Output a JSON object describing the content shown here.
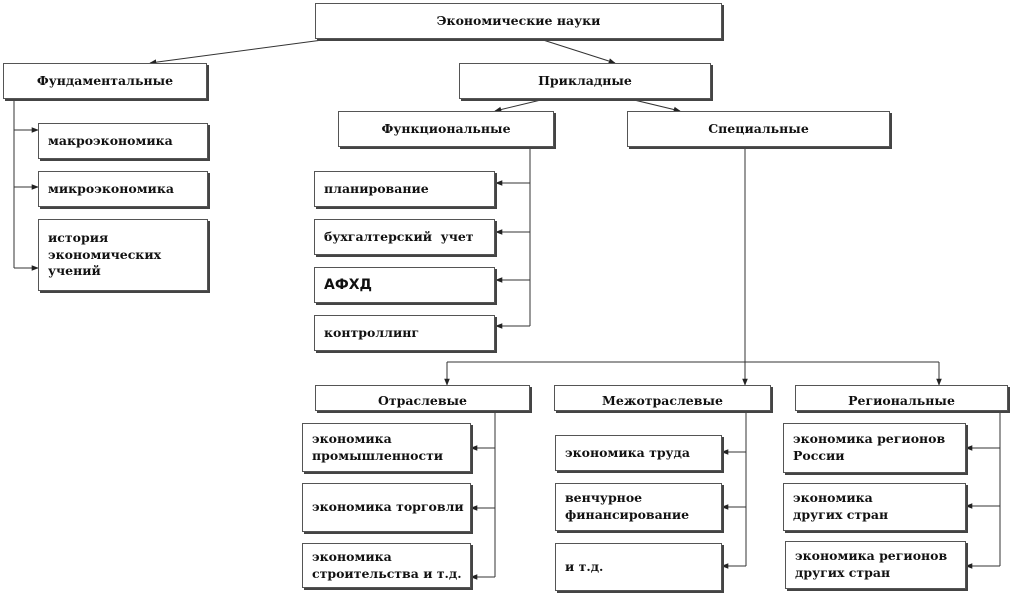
{
  "root": "Экономические науки",
  "fundamental": {
    "title": "Фундаментальные",
    "items": [
      "макроэкономика",
      "микроэкономика",
      "история экономических учений"
    ]
  },
  "applied": {
    "title": "Прикладные"
  },
  "functional": {
    "title": "Функциональные",
    "items": [
      "планирование",
      "бухгалтерский  учет",
      "АФХД",
      "контроллинг"
    ]
  },
  "special": {
    "title": "Специальные"
  },
  "sectoral": {
    "title": "Отраслевые",
    "items": [
      "экономика промышленности",
      "экономика торговли",
      "экономика строительства и т.д."
    ]
  },
  "intersectoral": {
    "title": "Межотраслевые",
    "items": [
      "экономика труда",
      "венчурное финансирование",
      "и т.д."
    ]
  },
  "regional": {
    "title": "Региональные",
    "items": [
      "экономика регионов России",
      "экономика других стран",
      "экономика регионов других  стран"
    ]
  }
}
